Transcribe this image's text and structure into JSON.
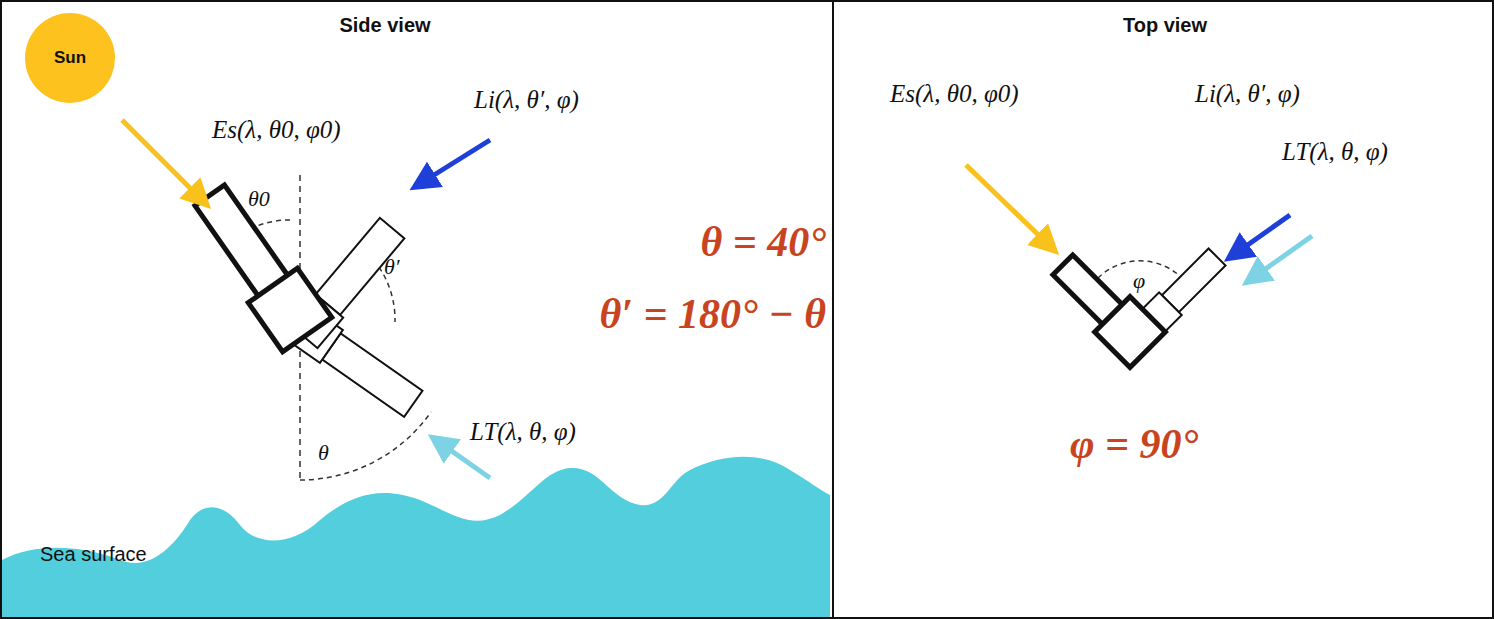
{
  "diagram": {
    "nodes": [
      {
        "text": [
          "Side view"
        ]
      },
      {
        "text": [
          "Sun"
        ],
        "in": 0
      },
      {
        "text": [
          "Top view"
        ]
      }
    ],
    "labels": [
      "Es(λ, θ0, φ0)",
      "Li(λ, θ′, φ)",
      "θ0",
      "θ′",
      "θ",
      "LT(λ, θ, φ)",
      "θ = 40°",
      "θ′ = 180° − θ",
      "Sea surface",
      "Es(λ, θ0, φ0)",
      "Li(λ, θ′, φ)",
      "LT(λ, θ, φ)",
      "φ",
      "φ = 90°"
    ]
  }
}
